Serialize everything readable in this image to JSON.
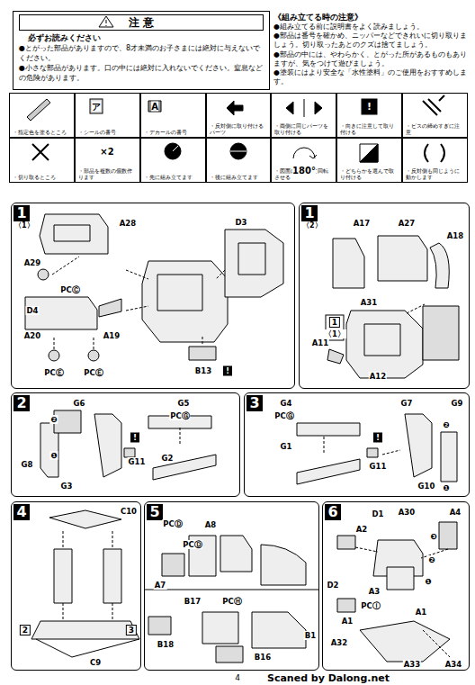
{
  "diagram": {
    "nodes": [
      {
        "text": [
          "注 意",
          "必ずお読みください",
          "●とがった部品がありますので、8才未満のお子さまには絶対に与えないでください。",
          "●小さな部品があります。口の中には絶対に入れないでください。窒息などの危険があります。"
        ]
      },
      {
        "text": [
          "・指定色を塗るところ"
        ]
      },
      {
        "text": [
          "・シールの番号"
        ]
      },
      {
        "text": [
          "・デカールの番号"
        ]
      },
      {
        "text": [
          "・反対側に取り付けるパーツ"
        ]
      },
      {
        "text": [
          "・両側に同じパーツを取り付ける"
        ]
      },
      {
        "text": [
          "・向きに注意して取り付ける"
        ]
      },
      {
        "text": [
          "・ビスの締めすぎに注意"
        ]
      },
      {
        "text": [
          "・切り取るところ"
        ]
      },
      {
        "text": [
          "・部品を複数の個数作ります"
        ]
      },
      {
        "text": [
          "・先に組み立てます"
        ]
      },
      {
        "text": [
          "・後に組み立てます"
        ]
      },
      {
        "text": [
          "・図面に合わせて回転させる"
        ]
      },
      {
        "text": [
          "・どちらかを選んで取り付ける"
        ]
      },
      {
        "text": [
          "・反対側も同じように動かします"
        ]
      },
      {
        "text": [
          "1",
          "〈1〉"
        ]
      },
      {
        "text": [
          "1",
          "〈2〉"
        ]
      },
      {
        "text": [
          "2"
        ]
      },
      {
        "text": [
          "3"
        ]
      },
      {
        "text": [
          "4"
        ]
      },
      {
        "text": [
          "5"
        ]
      },
      {
        "text": [
          "6"
        ]
      }
    ],
    "labels": [
      "《組み立てる時の注意》",
      "●組み立てる前に説明書をよく読みましょう。",
      "●部品は番号を確かめ、ニッパーなどできれいに切り取りましょう。切り取ったあとのクズは捨てましょう。",
      "●部品の中には、やわらかく、とがった所があるものもありますが、気をつけて遊びましょう。",
      "●塗装にはより安全な「水性塗料」のご使用をおすすめします。",
      "ア",
      "A",
      "!",
      "×2",
      "180°",
      "A28",
      "A29",
      "PCⒸ",
      "D3",
      "D4",
      "A20",
      "A19",
      "PCⒺ",
      "PCⒺ",
      "B13",
      "!",
      "A17",
      "A27",
      "A18",
      "A31",
      "1",
      "〈1〉",
      "A11",
      "A12",
      "G6",
      "G5",
      "PCⒼ",
      "!",
      "G11",
      "G2",
      "G8",
      "G3",
      "❷",
      "❶",
      "G4",
      "G7",
      "G9",
      "PCⒼ",
      "G1",
      "!",
      "G11",
      "G10",
      "❷",
      "❶",
      "C10",
      "C9",
      "2",
      "3",
      "PCⒹ",
      "A8",
      "PCⒹ",
      "A7",
      "B17",
      "PCⒽ",
      "B1",
      "B18",
      "B16",
      "D1",
      "A30",
      "A2",
      "A4",
      "❸",
      "❷",
      "❶",
      "D2",
      "A3",
      "PCⒾ",
      "A1",
      "A1",
      "A32",
      "A33",
      "A34",
      "4",
      "Scaned by Dalong.net"
    ]
  }
}
